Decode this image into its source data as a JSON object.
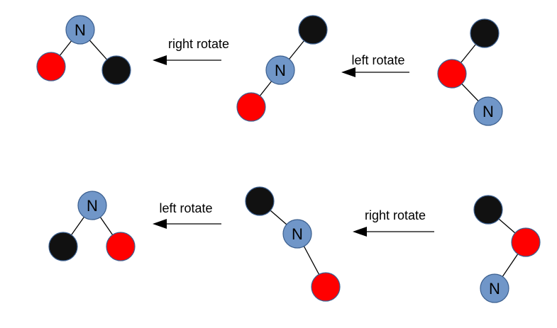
{
  "colors": {
    "n_node": "#7096c8",
    "red_node": "#ff0000",
    "black_node": "#111111"
  },
  "node_label": "N",
  "arrows": [
    {
      "label": "right rotate"
    },
    {
      "label": "left rotate"
    },
    {
      "label": "left rotate"
    },
    {
      "label": "right rotate"
    }
  ]
}
